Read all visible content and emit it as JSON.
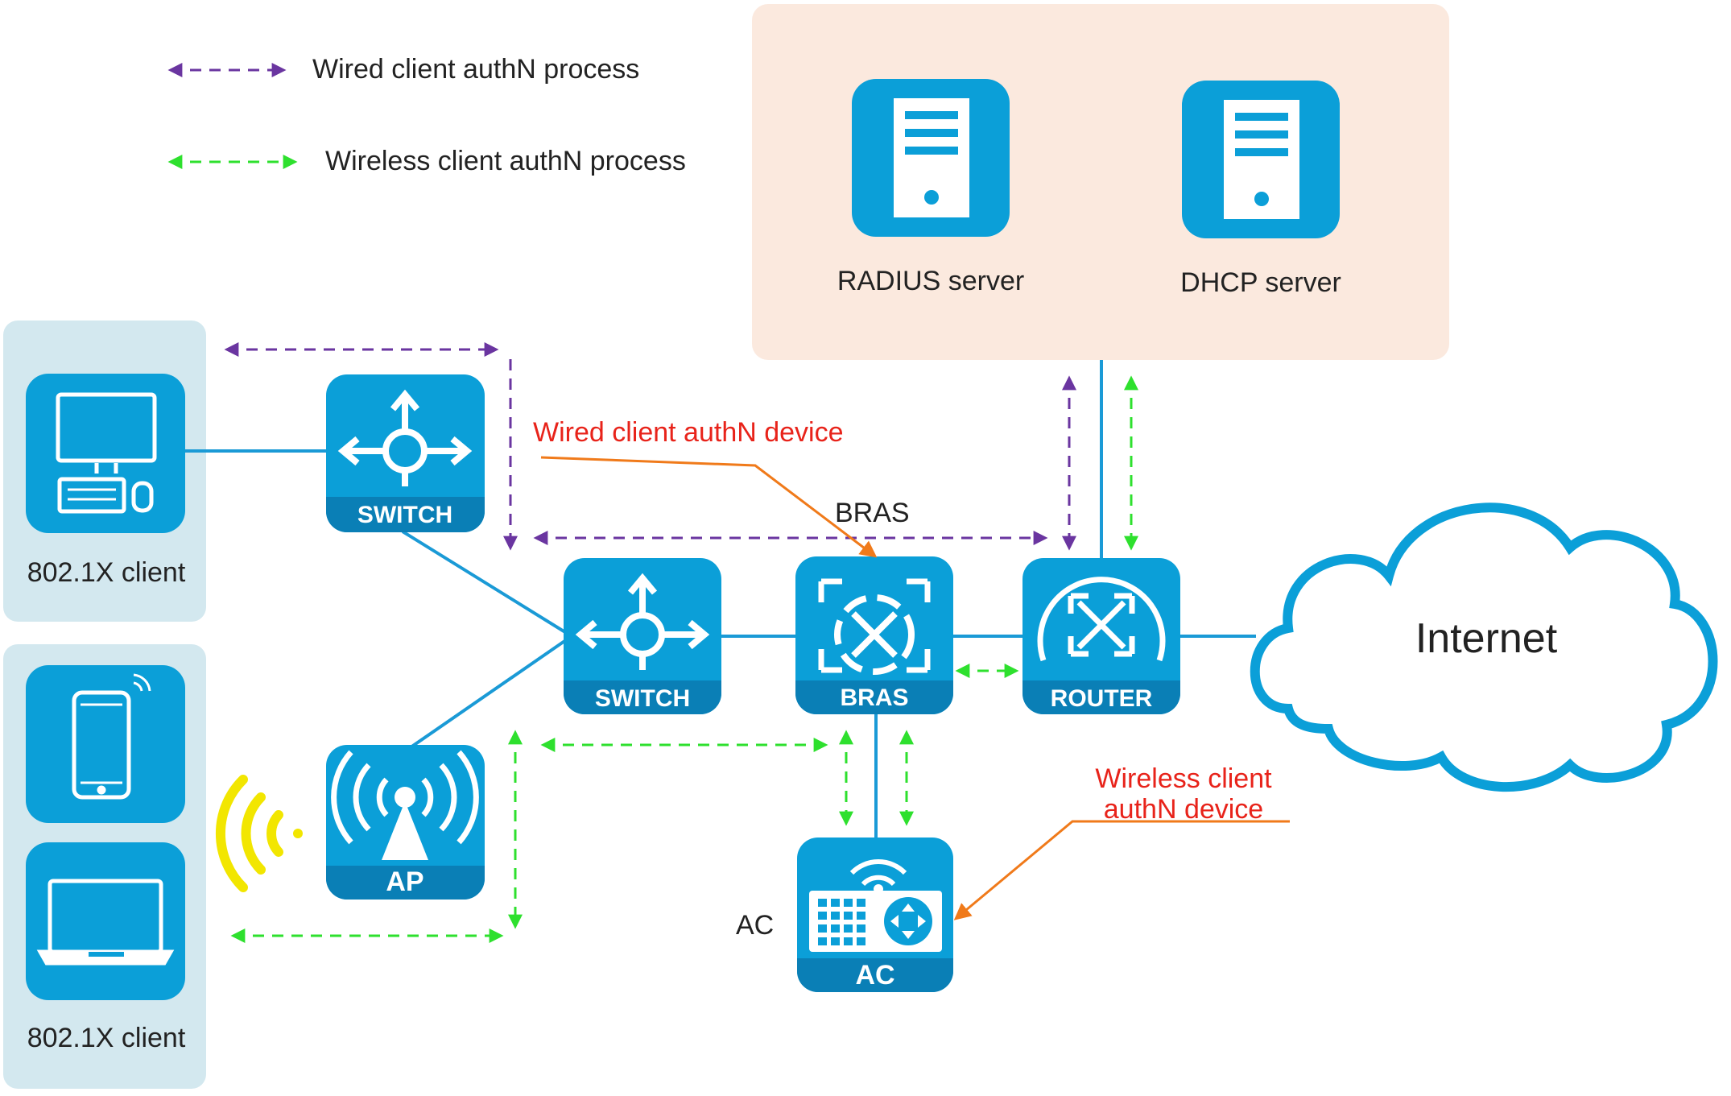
{
  "legend": {
    "wired_label": "Wired client authN process",
    "wireless_label": "Wireless client authN process",
    "wired_color": "#6a35a0",
    "wireless_color": "#2ee02e"
  },
  "server_zone": {
    "radius_label": "RADIUS server",
    "dhcp_label": "DHCP server",
    "zone_color": "#fbe9de"
  },
  "clients": {
    "wired_client_label": "802.1X client",
    "wireless_client_label": "802.1X client",
    "zone_color": "#d3e8ef"
  },
  "devices": {
    "top_switch_label": "SWITCH",
    "center_switch_label": "SWITCH",
    "bras_label": "BRAS",
    "router_label": "ROUTER",
    "ap_label": "AP",
    "ac_label": "AC",
    "device_color": "#0b9fd8",
    "device_band_color": "#0a7fb6"
  },
  "annotations": {
    "wired_device": "Wired client authN device",
    "wireless_device_line1": "Wireless client",
    "wireless_device_line2": "authN device",
    "bras_caption": "BRAS",
    "ac_caption": "AC",
    "annotation_color": "#e8231a",
    "pointer_color": "#f07a1a"
  },
  "internet": {
    "label": "Internet"
  }
}
